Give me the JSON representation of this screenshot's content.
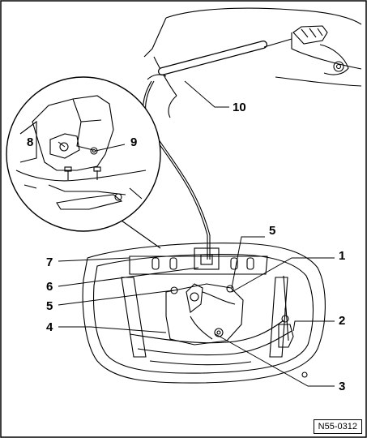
{
  "figure_ref": "N55-0312",
  "callouts": [
    {
      "id": "c1",
      "label": "1"
    },
    {
      "id": "c2",
      "label": "2"
    },
    {
      "id": "c3",
      "label": "3"
    },
    {
      "id": "c4",
      "label": "4"
    },
    {
      "id": "c5a",
      "label": "5"
    },
    {
      "id": "c5b",
      "label": "5"
    },
    {
      "id": "c6",
      "label": "6"
    },
    {
      "id": "c7",
      "label": "7"
    },
    {
      "id": "c8",
      "label": "8"
    },
    {
      "id": "c9",
      "label": "9"
    },
    {
      "id": "c10",
      "label": "10"
    }
  ]
}
